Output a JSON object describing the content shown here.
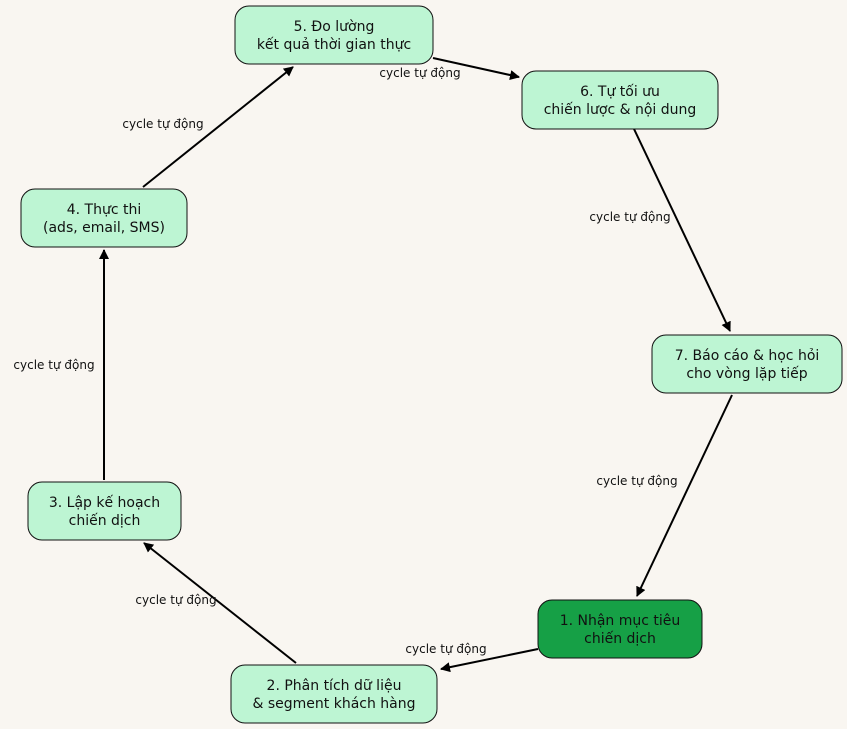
{
  "colors": {
    "background": "#f9f6f1",
    "node_fill": "#bdf5d3",
    "node_fill_active": "#16a046",
    "stroke": "#111111"
  },
  "nodes": [
    {
      "id": "n1",
      "lines": [
        "1. Nhận mục tiêu",
        "chiến dịch"
      ],
      "active": true
    },
    {
      "id": "n2",
      "lines": [
        "2. Phân tích dữ liệu",
        "& segment khách hàng"
      ],
      "active": false
    },
    {
      "id": "n3",
      "lines": [
        "3. Lập kế hoạch",
        "chiến dịch"
      ],
      "active": false
    },
    {
      "id": "n4",
      "lines": [
        "4. Thực thi",
        "(ads, email, SMS)"
      ],
      "active": false
    },
    {
      "id": "n5",
      "lines": [
        "5. Đo lường",
        "kết quả thời gian thực"
      ],
      "active": false
    },
    {
      "id": "n6",
      "lines": [
        "6. Tự tối ưu",
        "chiến lược & nội dung"
      ],
      "active": false
    },
    {
      "id": "n7",
      "lines": [
        "7. Báo cáo & học hỏi",
        "cho vòng lặp tiếp"
      ],
      "active": false
    }
  ],
  "edges": [
    {
      "from": "n1",
      "to": "n2",
      "label": "cycle tự động"
    },
    {
      "from": "n2",
      "to": "n3",
      "label": "cycle tự động"
    },
    {
      "from": "n3",
      "to": "n4",
      "label": "cycle tự động"
    },
    {
      "from": "n4",
      "to": "n5",
      "label": "cycle tự động"
    },
    {
      "from": "n5",
      "to": "n6",
      "label": "cycle tự động"
    },
    {
      "from": "n6",
      "to": "n7",
      "label": "cycle tự động"
    },
    {
      "from": "n7",
      "to": "n1",
      "label": "cycle tự động"
    }
  ]
}
